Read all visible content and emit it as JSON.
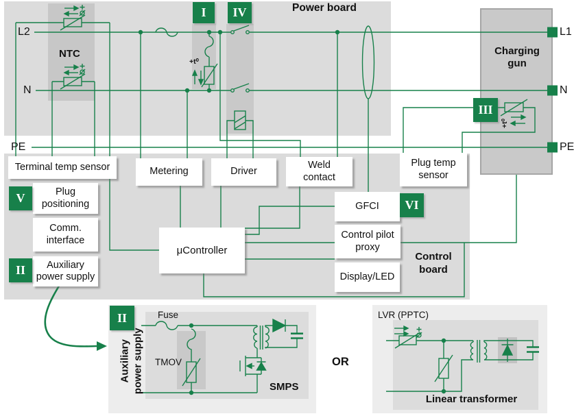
{
  "colors": {
    "green": "#17804a"
  },
  "board_labels": {
    "power_board": "Power board",
    "control_board": "Control board",
    "charging_gun": "Charging gun"
  },
  "line_labels": {
    "l2": "L2",
    "n_left": "N",
    "pe_left": "PE",
    "l1": "L1",
    "n_right": "N",
    "pe_right": "PE"
  },
  "numerals": {
    "one": "I",
    "four": "IV",
    "three": "III",
    "five": "V",
    "six": "VI",
    "two": "II",
    "two_bottom": "II"
  },
  "component_boxes": {
    "terminal_temp_sensor": "Terminal temp sensor",
    "metering": "Metering",
    "driver": "Driver",
    "weld_contact": "Weld contact",
    "plug_temp_sensor": "Plug temp sensor",
    "plug_positioning": "Plug positioning",
    "comm_interface": "Comm. interface",
    "aux_power_supply": "Auxiliary power supply",
    "ucontroller": "μController",
    "gfci": "GFCI",
    "control_pilot_proxy": "Control pilot proxy",
    "display_led": "Display/LED"
  },
  "annotations": {
    "ntc": "NTC",
    "plus_t0": "+t⁰",
    "plus_t0_gun": "+t⁰",
    "fuse": "Fuse",
    "tmov": "TMOV",
    "lvr_pptc": "LVR (PPTC)",
    "smps": "SMPS",
    "or": "OR",
    "linear_transformer": "Linear transformer",
    "aux_rotated_line1": "Auxiliary",
    "aux_rotated_line2": "power supply"
  }
}
